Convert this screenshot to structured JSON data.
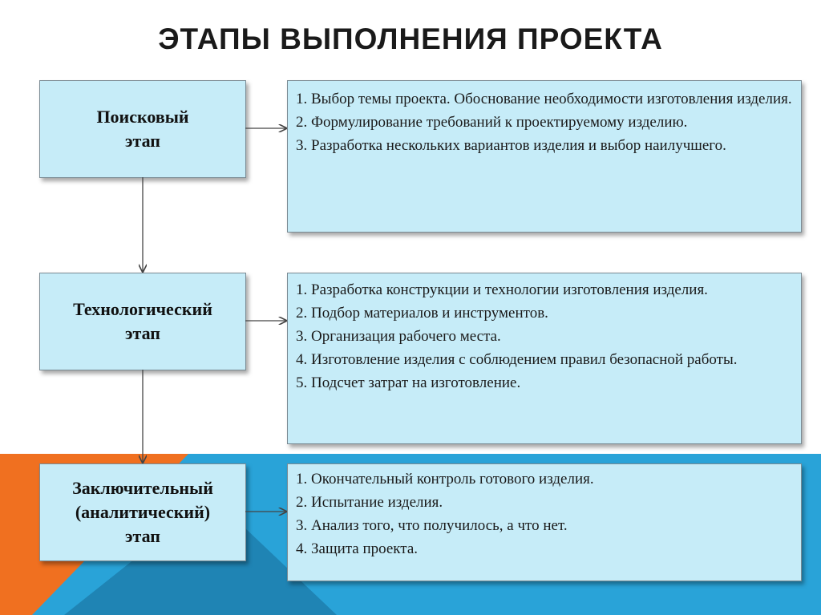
{
  "title": "ЭТАПЫ ВЫПОЛНЕНИЯ ПРОЕКТА",
  "colors": {
    "box_fill": "#c6ecf8",
    "orange": "#f07020",
    "blue": "#29a3d8",
    "dark_blue": "#1d7fae"
  },
  "stages": [
    {
      "lines": [
        "Поисковый",
        "этап"
      ],
      "items": [
        "1. Выбор темы проекта. Обоснование необходимости изготовления изделия.",
        "2. Формулирование требований к проектируемому изделию.",
        "3. Разработка нескольких вариантов изделия и выбор наилучшего."
      ]
    },
    {
      "lines": [
        "Технологический",
        "этап"
      ],
      "items": [
        "1.  Разработка конструкции и  технологии  изготовления изделия.",
        "2. Подбор материалов и инструментов.",
        "3. Организация рабочего места.",
        "4. Изготовление изделия с соблюдением правил безопасной работы.",
        "5. Подсчет затрат на изготовление."
      ]
    },
    {
      "lines": [
        "Заключительный",
        "(аналитический)",
        "этап"
      ],
      "items": [
        "1. Окончательный контроль готового изделия.",
        "2. Испытание изделия.",
        "3. Анализ того, что получилось, а что нет.",
        "4. Защита проекта."
      ]
    }
  ]
}
